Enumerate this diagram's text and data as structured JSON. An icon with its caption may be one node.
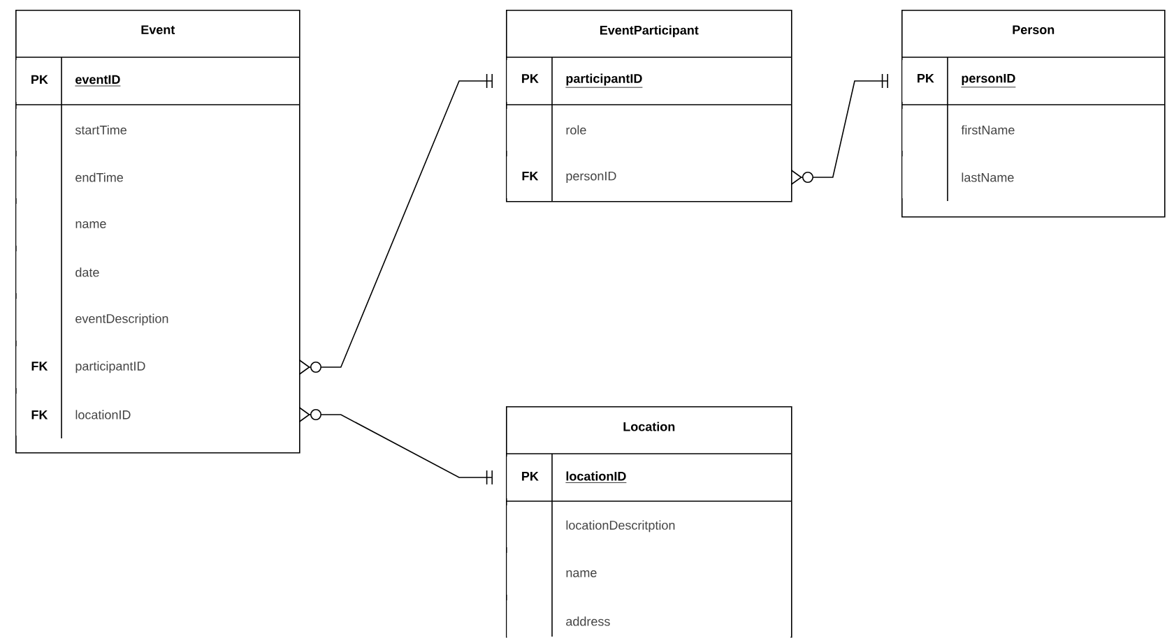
{
  "diagram": {
    "nodes": [
      {
        "text": [
          "Event"
        ]
      },
      {
        "text": [
          "PK",
          "eventID"
        ],
        "in": 0
      },
      {
        "text": [
          "startTime"
        ],
        "in": 0
      },
      {
        "text": [
          "endTime"
        ],
        "in": 0
      },
      {
        "text": [
          "name"
        ],
        "in": 0
      },
      {
        "text": [
          "date"
        ],
        "in": 0
      },
      {
        "text": [
          "eventDescription"
        ],
        "in": 0
      },
      {
        "text": [
          "FK",
          "participantID"
        ],
        "in": 0
      },
      {
        "text": [
          "FK",
          "locationID"
        ],
        "in": 0
      },
      {
        "text": [
          "EventParticipant"
        ]
      },
      {
        "text": [
          "PK",
          "participantID"
        ],
        "in": 9
      },
      {
        "text": [
          "role"
        ],
        "in": 9
      },
      {
        "text": [
          "FK",
          "personID"
        ],
        "in": 9
      },
      {
        "text": [
          "Person"
        ]
      },
      {
        "text": [
          "PK",
          "personID"
        ],
        "in": 13
      },
      {
        "text": [
          "firstName"
        ],
        "in": 13
      },
      {
        "text": [
          "lastName"
        ],
        "in": 13
      },
      {
        "text": [
          "Location"
        ]
      },
      {
        "text": [
          "PK",
          "locationID"
        ],
        "in": 17
      },
      {
        "text": [
          "locationDescritption"
        ],
        "in": 17
      },
      {
        "text": [
          "name"
        ],
        "in": 17
      },
      {
        "text": [
          "address"
        ],
        "in": 17
      }
    ],
    "edges": [
      {
        "from": 7,
        "to": 10,
        "arrow": "other"
      },
      {
        "from": 12,
        "to": 14,
        "arrow": "other"
      },
      {
        "from": 8,
        "to": 18,
        "arrow": "other"
      }
    ]
  }
}
